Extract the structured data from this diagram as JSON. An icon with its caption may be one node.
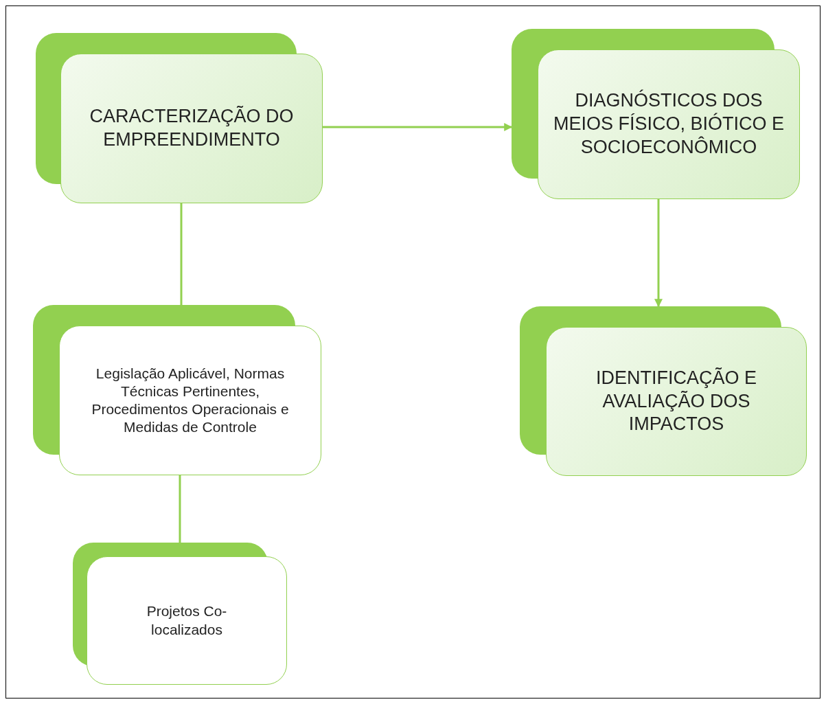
{
  "diagram": {
    "nodes": [
      {
        "text": [
          "CARACTERIZAÇÃO DO EMPREENDIMENTO"
        ]
      },
      {
        "text": [
          "DIAGNÓSTICOS DOS MEIOS FÍSICO, BIÓTICO E SOCIOECONÔMICO"
        ]
      },
      {
        "text": [
          "IDENTIFICAÇÃO E AVALIAÇÃO DOS IMPACTOS"
        ]
      },
      {
        "text": [
          "Legislação Aplicável, Normas Técnicas Pertinentes, Procedimentos Operacionais e Medidas de Controle"
        ]
      },
      {
        "text": [
          "Projetos Co-localizados"
        ]
      }
    ],
    "edges": [
      {
        "from": 0,
        "to": 1,
        "arrow": "to"
      },
      {
        "from": 1,
        "to": 2,
        "arrow": "to"
      },
      {
        "from": 0,
        "to": 3,
        "arrow": "none"
      },
      {
        "from": 3,
        "to": 4,
        "arrow": "none"
      }
    ]
  }
}
